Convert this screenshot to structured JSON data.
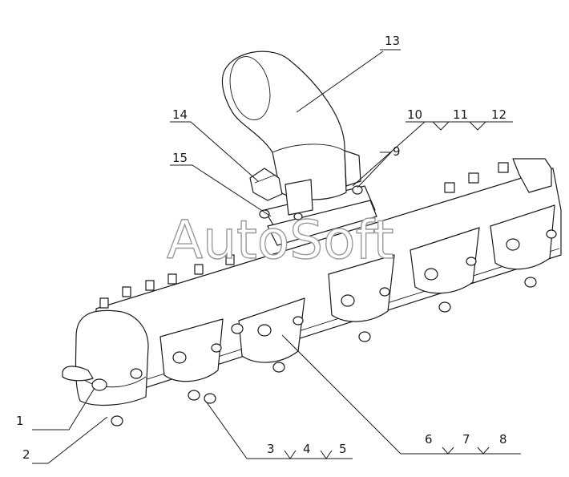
{
  "callouts": {
    "c1": "1",
    "c2": "2",
    "c3": "3",
    "c4": "4",
    "c5": "5",
    "c6": "6",
    "c7": "7",
    "c8": "8",
    "c9": "9",
    "c10": "10",
    "c11": "11",
    "c12": "12",
    "c13": "13",
    "c14": "14",
    "c15": "15"
  },
  "watermark": "AutoSoft",
  "colors": {
    "line": "#1a1a1a",
    "watermark_outline": "#9a9a9a",
    "background": "#ffffff"
  }
}
